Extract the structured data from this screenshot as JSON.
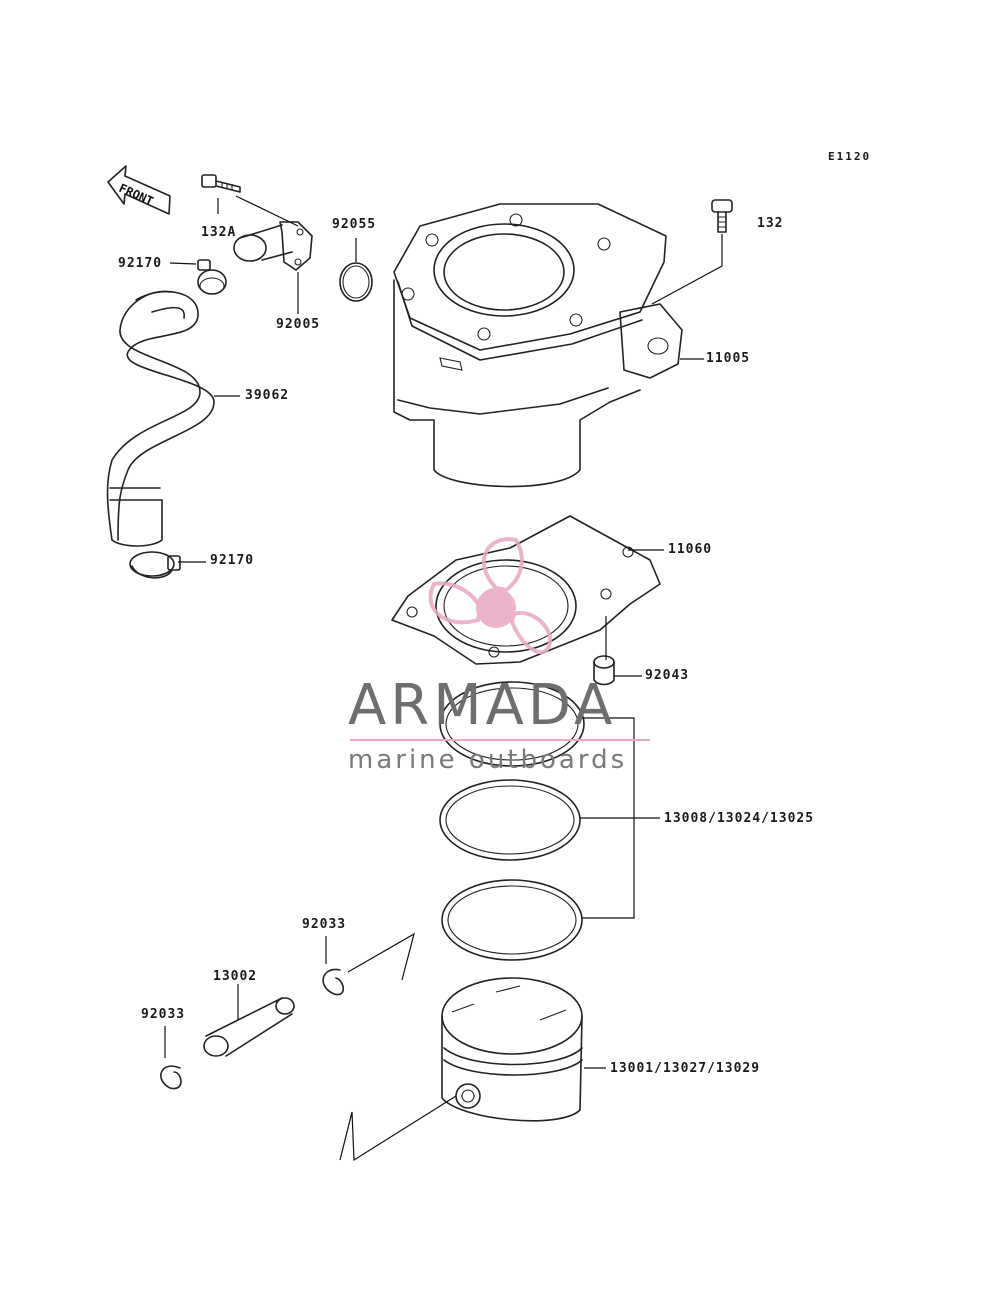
{
  "diagram": {
    "code": "E1120",
    "front_label": "FRONT",
    "part_labels": {
      "p132a": "132A",
      "p92170_top": "92170",
      "p92005": "92005",
      "p92055": "92055",
      "p132": "132",
      "p11005": "11005",
      "p39062": "39062",
      "p92170_bottom": "92170",
      "p11060": "11060",
      "p92043": "92043",
      "p13008": "13008/13024/13025",
      "p92033_right": "92033",
      "p13002": "13002",
      "p92033_left": "92033",
      "p13001": "13001/13027/13029"
    }
  },
  "watermark": {
    "title": "ARMADA",
    "subtitle": "marine outboards",
    "logo_color": "#e8a8c4",
    "text_color": "#6e6e6e"
  }
}
